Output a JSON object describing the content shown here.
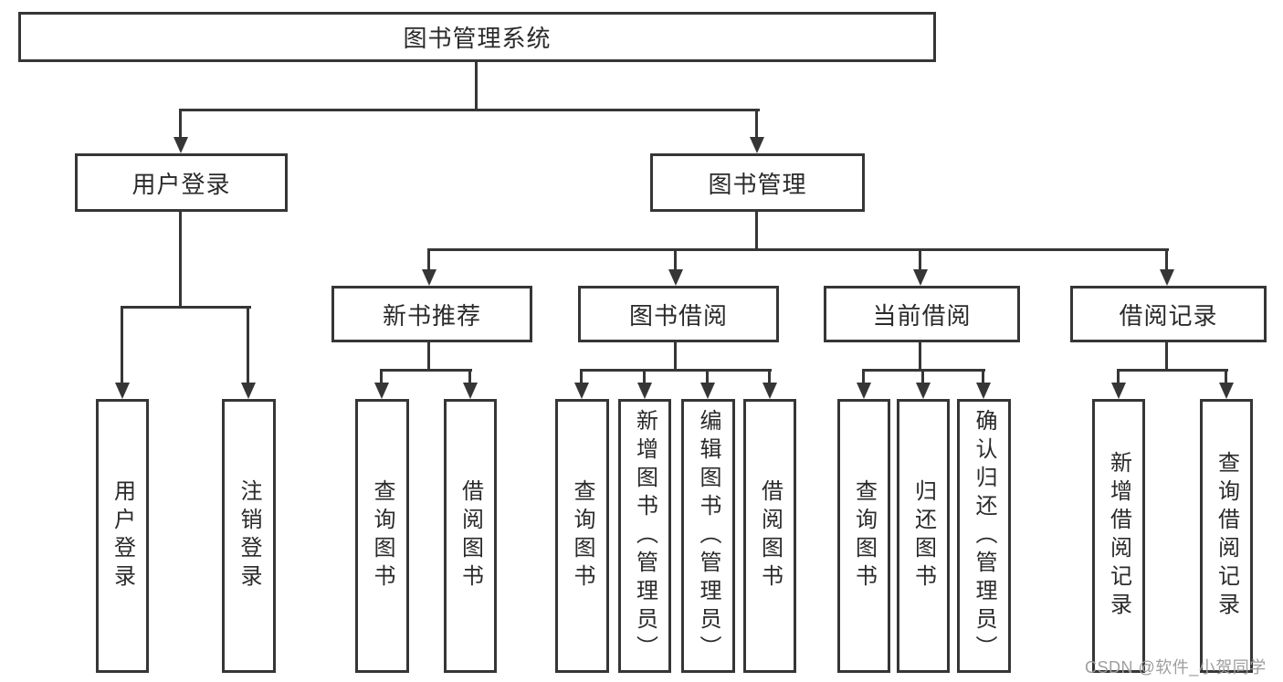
{
  "diagram": {
    "root": "图书管理系统",
    "level2": [
      "用户登录",
      "图书管理"
    ],
    "level3": [
      "新书推荐",
      "图书借阅",
      "当前借阅",
      "借阅记录"
    ],
    "leaves": {
      "user": [
        "用户登录",
        "注销登录"
      ],
      "newbook": [
        "查询图书",
        "借阅图书"
      ],
      "borrow": [
        "查询图书",
        "新增图书（管理员）",
        "编辑图书（管理员）",
        "借阅图书"
      ],
      "current": [
        "查询图书",
        "归还图书",
        "确认归还（管理员）"
      ],
      "records": [
        "新增借阅记录",
        "查询借阅记录"
      ]
    }
  },
  "watermark": "CSDN @软件_小贺同学",
  "colors": {
    "line": "#363636",
    "text": "#2a2a2a",
    "box_background": "#ffffff",
    "watermark": "#9e9e9e"
  }
}
